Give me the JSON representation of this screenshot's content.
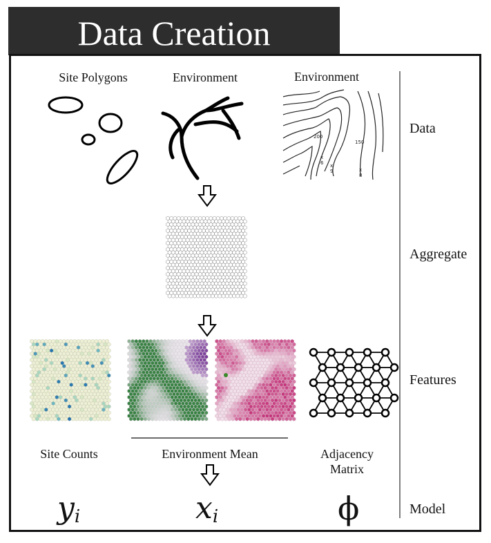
{
  "title": "Data Creation",
  "inputs": {
    "site_polygons_label": "Site Polygons",
    "environment_label_1": "Environment",
    "environment_label_2": "Environment",
    "contour_labels": [
      "200",
      "150",
      "x",
      "6",
      "x",
      "9",
      "x",
      "8"
    ]
  },
  "features": {
    "site_counts_label": "Site Counts",
    "environment_mean_label": "Environment Mean",
    "adjacency_label_line1": "Adjacency",
    "adjacency_label_line2": "Matrix"
  },
  "model": {
    "y_symbol": "y",
    "y_subscript": "i",
    "x_symbol": "x",
    "x_subscript": "i",
    "phi_symbol": "ϕ"
  },
  "stages": {
    "data": "Data",
    "aggregate": "Aggregate",
    "features": "Features",
    "model": "Model"
  },
  "colors": {
    "title_bg": "#2d2d2d",
    "site_counts_base": "#eef0d6",
    "site_counts_high": "#1f6fae",
    "env_green": "#2f7d3a",
    "env_purple": "#7b3f9a",
    "env_pink": "#c4347a"
  }
}
